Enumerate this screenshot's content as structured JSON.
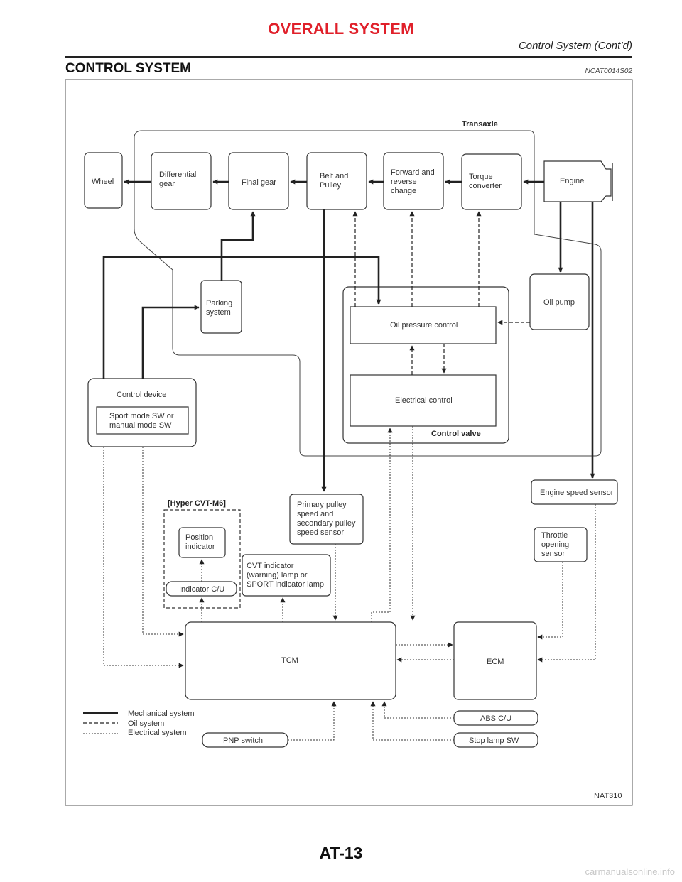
{
  "header": {
    "title": "OVERALL SYSTEM",
    "subtitle": "Control System (Cont’d)"
  },
  "section": {
    "title": "CONTROL SYSTEM",
    "code": "NCAT0014S02"
  },
  "diagram": {
    "transaxle_label": "Transaxle",
    "control_valve_label": "Control valve",
    "hyper_label": "[Hyper CVT-M6]",
    "figure_id": "NAT310",
    "nodes": {
      "wheel": [
        "Wheel"
      ],
      "differential": [
        "Differential",
        "gear"
      ],
      "final_gear": [
        "Final gear"
      ],
      "belt_pulley": [
        "Belt and",
        "Pulley"
      ],
      "forward_reverse": [
        "Forward and",
        "reverse",
        "change"
      ],
      "torque_converter": [
        "Torque",
        "converter"
      ],
      "engine": [
        "Engine"
      ],
      "parking": [
        "Parking",
        "system"
      ],
      "oil_pump": [
        "Oil pump"
      ],
      "oil_pressure_control": [
        "Oil pressure control"
      ],
      "electrical_control": [
        "Electrical control"
      ],
      "control_device": [
        "Control device"
      ],
      "sport_mode_sw": [
        "Sport mode SW or",
        "manual mode SW"
      ],
      "engine_speed_sensor": [
        "Engine speed sensor"
      ],
      "pulley_speed_sensor": [
        "Primary pulley",
        "speed and",
        "secondary pulley",
        "speed sensor"
      ],
      "throttle_sensor": [
        "Throttle",
        "opening",
        "sensor"
      ],
      "position_indicator": [
        "Position",
        "indicator"
      ],
      "indicator_cu": [
        "Indicator C/U"
      ],
      "cvt_indicator": [
        "CVT indicator",
        "(warning) lamp or",
        "SPORT indicator lamp"
      ],
      "tcm": [
        "TCM"
      ],
      "ecm": [
        "ECM"
      ],
      "abs_cu": [
        "ABS C/U"
      ],
      "pnp_switch": [
        "PNP switch"
      ],
      "stop_lamp_sw": [
        "Stop lamp SW"
      ]
    },
    "legend": [
      {
        "label": "Mechanical system",
        "style": "mechanical"
      },
      {
        "label": "Oil system",
        "style": "oil"
      },
      {
        "label": "Electrical system",
        "style": "electrical"
      }
    ]
  },
  "footer": {
    "page": "AT-13"
  },
  "watermark": "carmanualsonline.info"
}
